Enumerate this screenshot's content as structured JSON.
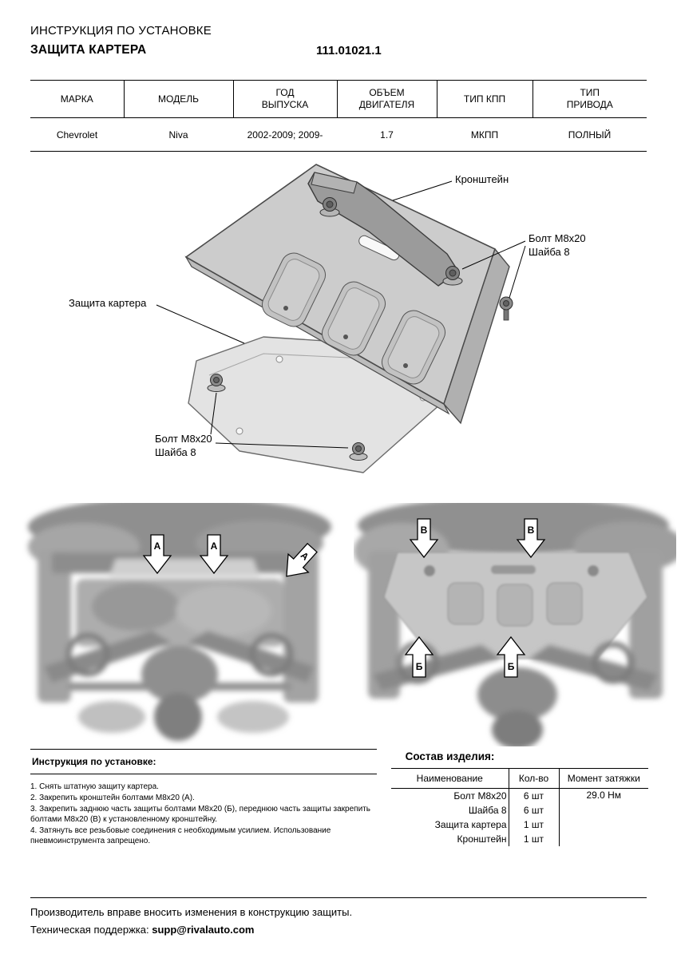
{
  "header": {
    "line1": "ИНСТРУКЦИЯ ПО УСТАНОВКЕ",
    "line2": "ЗАЩИТА КАРТЕРА",
    "part_number": "111.01021.1"
  },
  "spec_table": {
    "headers": [
      "МАРКА",
      "МОДЕЛЬ",
      "ГОД\nВЫПУСКА",
      "ОБЪЕМ\nДВИГАТЕЛЯ",
      "ТИП КПП",
      "ТИП\nПРИВОДА"
    ],
    "row": [
      "Chevrolet",
      "Niva",
      "2002-2009; 2009-",
      "1.7",
      "МКПП",
      "ПОЛНЫЙ"
    ]
  },
  "diagram": {
    "bracket": "Кронштейн",
    "bolt": "Болт М8х20",
    "washer": "Шайба 8",
    "plate": "Защита картера"
  },
  "photos": {
    "marker_a": "А",
    "marker_b": "Б",
    "marker_v": "В"
  },
  "instructions": {
    "title": "Инструкция по установке:",
    "steps": [
      "1. Снять штатную защиту картера.",
      "2. Закрепить кронштейн болтами М8х20 (А).",
      "3. Закрепить заднюю часть защиты болтами М8х20 (Б), переднюю часть защиты закрепить болтами М8х20 (В) к установленному кронштейну.",
      "4. Затянуть все резьбовые соединения с необходимым усилием. Использование пневмоинструмента запрещено."
    ]
  },
  "parts": {
    "title": "Состав изделия:",
    "headers": [
      "Наименование",
      "Кол-во",
      "Момент затяжки"
    ],
    "rows": [
      {
        "name": "Болт М8х20",
        "qty": "6 шт"
      },
      {
        "name": "Шайба 8",
        "qty": "6 шт"
      },
      {
        "name": "Защита картера",
        "qty": "1 шт"
      },
      {
        "name": "Кронштейн",
        "qty": "1 шт"
      }
    ],
    "torque": "29.0 Нм"
  },
  "footer": {
    "line1": "Производитель вправе вносить изменения в конструкцию защиты.",
    "line2_label": "Техническая поддержка:",
    "line2_email": "supp@rivalauto.com"
  }
}
